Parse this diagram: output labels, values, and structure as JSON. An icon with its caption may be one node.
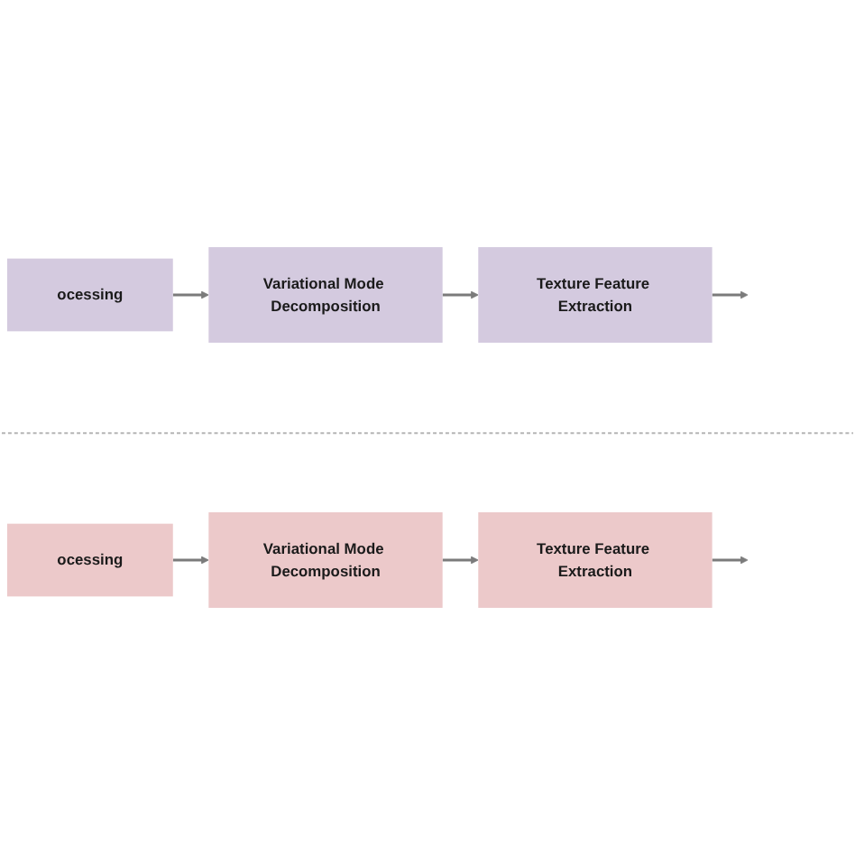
{
  "diagram": {
    "nodes": [
      {
        "text": [
          "ocessing"
        ]
      },
      {
        "text": [
          "Variational Mode Decomposition"
        ]
      },
      {
        "text": [
          "Texture Feature Extraction"
        ]
      },
      {
        "text": [
          "ocessing"
        ]
      },
      {
        "text": [
          "Variational Mode Decomposition"
        ]
      },
      {
        "text": [
          "Texture Feature Extraction"
        ]
      }
    ],
    "edges": [
      {
        "from": 0,
        "to": 1,
        "arrow": "to"
      },
      {
        "from": 1,
        "to": 2,
        "arrow": "to"
      },
      {
        "from": 2,
        "to": null,
        "arrow": "to"
      },
      {
        "from": 3,
        "to": 4,
        "arrow": "to"
      },
      {
        "from": 4,
        "to": 5,
        "arrow": "to"
      },
      {
        "from": 5,
        "to": null,
        "arrow": "to"
      }
    ]
  }
}
